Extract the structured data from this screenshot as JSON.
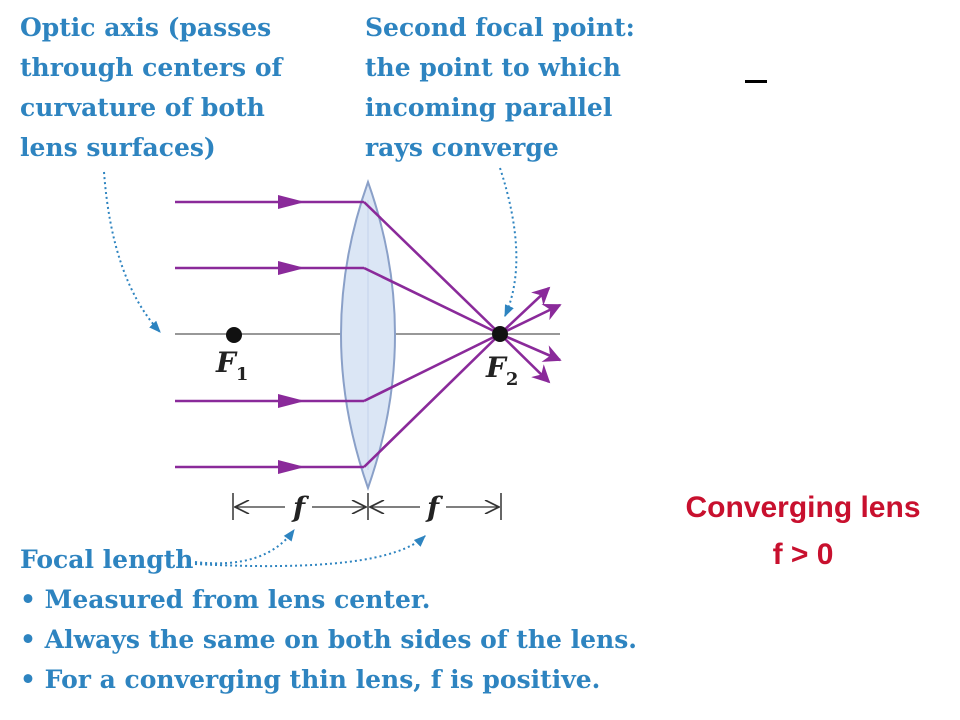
{
  "labels": {
    "optic_axis": [
      "Optic axis (passes",
      "through centers of",
      "curvature of both",
      "lens surfaces)"
    ],
    "second_focal_point": [
      "Second focal point:",
      "the point to which",
      "incoming parallel",
      "rays converge"
    ],
    "focal_length_title": "Focal length",
    "focal_length_bullets": [
      "• Measured from lens center.",
      "• Always the same on both sides of the lens.",
      "• For a converging thin lens, f is positive."
    ],
    "f1": "F",
    "f1_sub": "1",
    "f2": "F",
    "f2_sub": "2",
    "f_dim": "f"
  },
  "side_note": {
    "lens_type": "Converging lens",
    "sign": "f > 0"
  },
  "colors": {
    "ray": "#8a2a9a",
    "annotation": "#2e84c0",
    "highlight": "#c8102e",
    "lens_fill": "#dbe6f5",
    "lens_stroke": "#8aa0c8"
  }
}
